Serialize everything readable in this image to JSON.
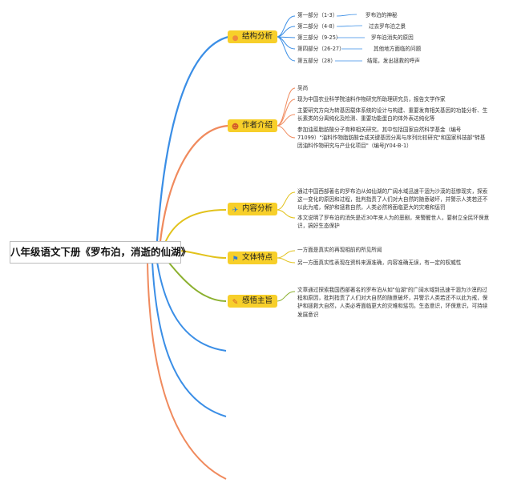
{
  "root": {
    "title": "八年级语文下册《罗布泊，消逝的仙湖》"
  },
  "colors": {
    "blue": "#3a8ee6",
    "orange": "#f08a5d",
    "yellow": "#e2c21b",
    "green": "#8bb02e",
    "branch_fill": "#f7cf2a",
    "stroke": "#f3c98c"
  },
  "branches": [
    {
      "label": "结构分析",
      "icon": "orange-dot-icon",
      "items": [
        {
          "part": "第一部分（1-3）",
          "desc": "罗布泊的神秘"
        },
        {
          "part": "第二部分（4-8）",
          "desc": "过去罗布泊之景"
        },
        {
          "part": "第三部分（9-25）",
          "desc": "罗布泊消失的原因"
        },
        {
          "part": "第四部分（26-27）",
          "desc": "其他地方面临的问题"
        },
        {
          "part": "第五部分（28）",
          "desc": "结尾，发出拯救的呼声"
        }
      ]
    },
    {
      "label": "作者介绍",
      "icon": "person-icon",
      "items": [
        "吴尚",
        "现为中国农业科学院油料作物研究所助理研究员，报告文学作家",
        "主要研究方向为转基因载体系统的设计与构建、重要发育相关基因的功能分析、生长素类的分离纯化及检测、重要功能蛋白的体外表达纯化等",
        "参加油菜脂肪酸分子育种相关研究，其中包括国家自然科学基金（编号71099）\"油料作物脂肪酸合成关键基因分离与序列比较研究\"和国家科技部\"转基因油料作物研究与产业化项目\"（编号JY04-B-1）"
      ]
    },
    {
      "label": "内容分析",
      "icon": "plane-icon",
      "items": [
        "通过中国西部著名的罗布泊从如仙湖的广阔水域迅速干涸为沙漠的悲惨现实，探索这一变化的原因和过程，批判指责了人们对大自然的随意破坏，并警示人类若还不以此为戒，保护和拯救自然，人类必然将面临更大的灾难和惩罚",
        "本文说明了罗布泊的消失是近30年来人为的恶剧，来警醒世人，要树立全民环保意识，搞好生态保护"
      ]
    },
    {
      "label": "文体特点",
      "icon": "flag-icon",
      "items": [
        "一方面是真实的再现相前的所见所闻",
        "另一方面真实性表现在资料来源准确，内容准确无误，有一定的权威性"
      ]
    },
    {
      "label": "感悟主旨",
      "icon": "pencil-icon",
      "items": [
        "文章通过探索我国西部著名的罗布泊从如\"仙湖\"的广阔水域到迅速干涸为沙漠的过程和原因，批判指责了人们对大自然的随意破坏，并警示人类若还不以此为戒，保护和拯救大自然，人类必将面临更大的灾难和惩罚。生态意识，环保意识，可持续发展意识"
      ]
    }
  ]
}
